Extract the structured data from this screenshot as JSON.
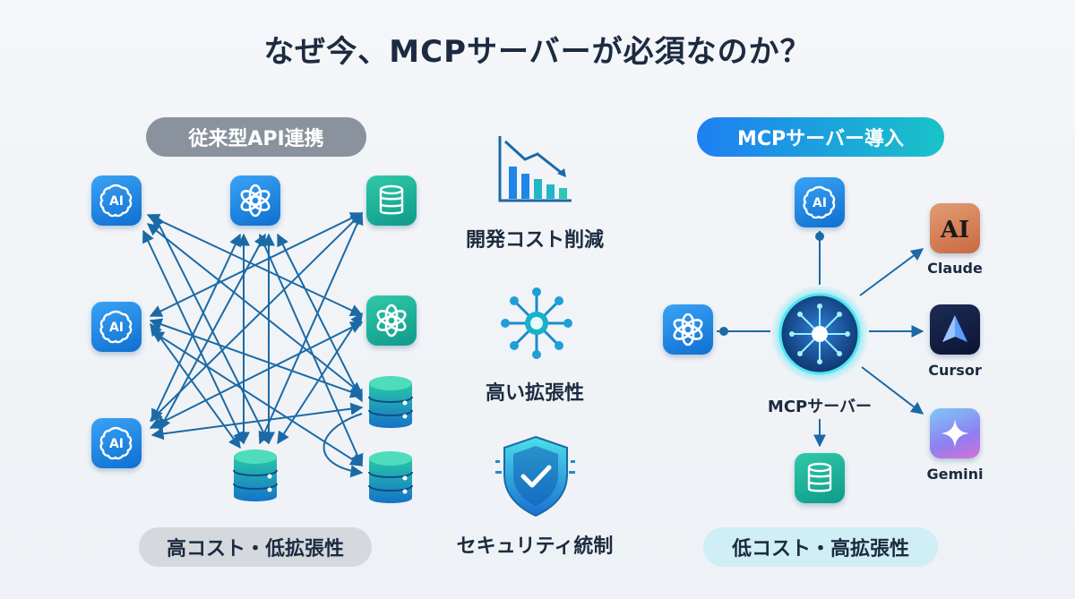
{
  "title": "なぜ今、MCPサーバーが必須なのか？",
  "left": {
    "pill": "従来型API連携",
    "footer": "高コスト・低拡張性",
    "nodes": [
      {
        "name": "ai-node-1",
        "icon": "ai-icon",
        "text": "AI"
      },
      {
        "name": "ai-node-2",
        "icon": "ai-icon",
        "text": "AI"
      },
      {
        "name": "ai-node-3",
        "icon": "ai-icon",
        "text": "AI"
      },
      {
        "name": "openai-node",
        "icon": "openai-icon"
      },
      {
        "name": "database-node-1",
        "icon": "database-icon"
      },
      {
        "name": "openai-node-2",
        "icon": "openai-icon"
      },
      {
        "name": "database-node-2",
        "icon": "database-icon"
      },
      {
        "name": "database-node-3",
        "icon": "database-icon"
      },
      {
        "name": "database-node-4",
        "icon": "database-icon"
      }
    ]
  },
  "middle": {
    "benefits": [
      {
        "icon": "cost-down-chart-icon",
        "label": "開発コスト削減"
      },
      {
        "icon": "network-hub-icon",
        "label": "高い拡張性"
      },
      {
        "icon": "security-shield-icon",
        "label": "セキュリティ統制"
      }
    ]
  },
  "right": {
    "pill": "MCPサーバー導入",
    "footer": "低コスト・高拡張性",
    "hub_label": "MCPサーバー",
    "ai_text": "AI",
    "clients": [
      {
        "name": "Claude",
        "icon": "claude-icon",
        "logo_text": "AI"
      },
      {
        "name": "Cursor",
        "icon": "cursor-icon"
      },
      {
        "name": "Gemini",
        "icon": "gemini-icon"
      }
    ]
  },
  "colors": {
    "arrow": "#1b6aa6",
    "blue_tile": "#1e86e6",
    "teal_tile": "#13a894",
    "title": "#1c2b40"
  }
}
